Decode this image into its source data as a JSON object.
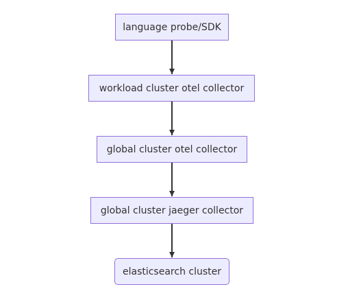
{
  "diagram": {
    "nodes": [
      {
        "id": "n1",
        "label": "language probe/SDK"
      },
      {
        "id": "n2",
        "label": "workload cluster otel collector"
      },
      {
        "id": "n3",
        "label": "global cluster otel collector"
      },
      {
        "id": "n4",
        "label": "global cluster jaeger collector"
      },
      {
        "id": "n5",
        "label": "elasticsearch cluster"
      }
    ],
    "edges": [
      {
        "from": "n1",
        "to": "n2"
      },
      {
        "from": "n2",
        "to": "n3"
      },
      {
        "from": "n3",
        "to": "n4"
      },
      {
        "from": "n4",
        "to": "n5"
      }
    ],
    "colors": {
      "node_fill": "#ececff",
      "node_border": "#9370db",
      "edge": "#333333",
      "text": "#333333"
    }
  }
}
